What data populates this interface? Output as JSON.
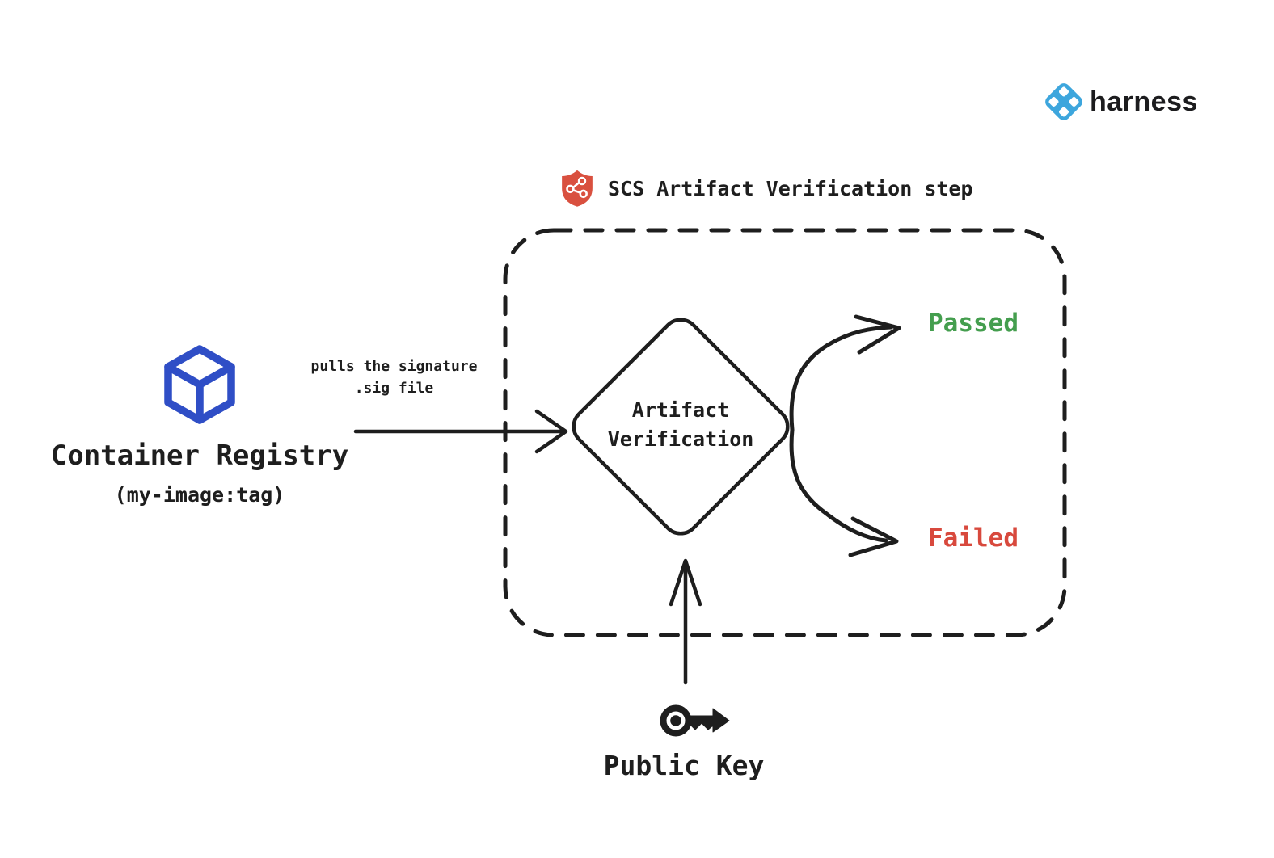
{
  "brand": {
    "name": "harness",
    "icon": "harness-logo-icon",
    "icon_color": "#3DA6DD",
    "text_color": "#1C1C1E"
  },
  "title": {
    "label": "SCS Artifact Verification step",
    "icon": "shield-graph-icon",
    "shield_color": "#D9503F"
  },
  "source": {
    "label": "Container Registry",
    "sublabel": "(my-image:tag)",
    "icon": "cube-icon",
    "icon_color": "#2F4EC6"
  },
  "flow": {
    "edge_label_line1": "pulls the signature",
    "edge_label_line2": ".sig file",
    "decision": {
      "line1": "Artifact",
      "line2": "Verification",
      "shape": "diamond"
    },
    "outcomes": [
      {
        "label": "Passed",
        "color": "#449E4E"
      },
      {
        "label": "Failed",
        "color": "#D8493D"
      }
    ],
    "input": {
      "label": "Public Key",
      "icon": "key-icon"
    }
  },
  "colors": {
    "ink": "#1E1E1E",
    "background": "#FFFFFF"
  }
}
